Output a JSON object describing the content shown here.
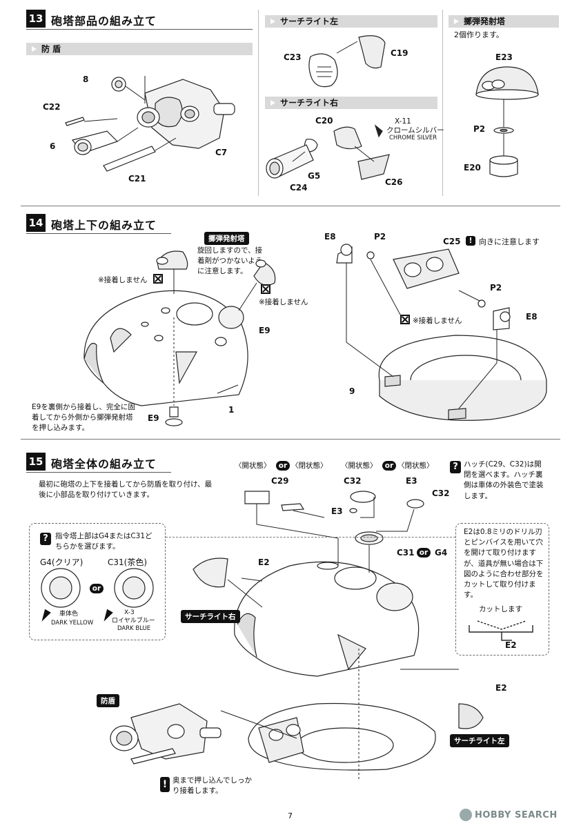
{
  "step13": {
    "number": "13",
    "title": "砲塔部品の組み立て",
    "shield": {
      "header": "防 盾",
      "parts": [
        "8",
        "C22",
        "6",
        "C21",
        "C7"
      ]
    },
    "searchlight_left": {
      "header": "サーチライト左",
      "parts": [
        "C23",
        "C19"
      ]
    },
    "searchlight_right": {
      "header": "サーチライト右",
      "parts": [
        "C20",
        "G5",
        "C24",
        "C26"
      ],
      "paint_code": "X-11",
      "paint_name_jp": "クロームシルバー",
      "paint_name_en": "CHROME SILVER"
    },
    "grenade_launcher": {
      "header": "擲弾発射塔",
      "note": "2個作ります。",
      "parts": [
        "E23",
        "P2",
        "E20"
      ]
    }
  },
  "step14": {
    "number": "14",
    "title": "砲塔上下の組み立て",
    "tag": "擲弾発射塔",
    "rotate_note": "旋回しますので、接着剤がつかないように注意します。",
    "no_glue_1": "※接着しません",
    "no_glue_2": "※接着しません",
    "no_glue_3": "※接着しません",
    "e9_note": "E9を裏側から接着し、完全に固着してから外側から擲弾発射塔を押し込みます。",
    "orientation_note": "向きに注意します",
    "parts": [
      "E9",
      "E9",
      "1",
      "E8",
      "P2",
      "C25",
      "P2",
      "E8",
      "9"
    ]
  },
  "step15": {
    "number": "15",
    "title": "砲塔全体の組み立て",
    "intro": "最初に砲塔の上下を接着してから防盾を取り付け、最後に小部品を取り付けていきます。",
    "open_state": "〈開状態〉",
    "closed_state": "〈閉状態〉",
    "or_label": "or",
    "hatch_note": "ハッチ(C29、C32)は開閉を選べます。ハッチ裏側は車体の外装色で塗装します。",
    "cupola_note": "指令塔上部はG4またはC31どちらかを選びます。",
    "g4_label": "G4(クリア)",
    "c31_label": "C31(茶色)",
    "paint1_jp": "車体色",
    "paint1_en": "DARK YELLOW",
    "paint2_code": "X-3",
    "paint2_jp": "ロイヤルブルー",
    "paint2_en": "DARK BLUE",
    "e2_note": "E2は0.8ミリのドリル刃とピンバイスを用いて穴を開けて取り付けますが、道具が無い場合は下図のように合わせ部分をカットして取り付けます。",
    "cut_label": "カットします",
    "parts": [
      "C29",
      "C32",
      "E3",
      "E3",
      "C32",
      "C31",
      "G4",
      "E2",
      "E2",
      "E2"
    ],
    "searchlight_right_tag": "サーチライト右",
    "searchlight_left_tag": "サーチライト左",
    "shield_tag": "防盾",
    "push_note": "奥まで押し込んでしっかり接着します。"
  },
  "page_number": "7",
  "watermark": "HOBBY SEARCH"
}
